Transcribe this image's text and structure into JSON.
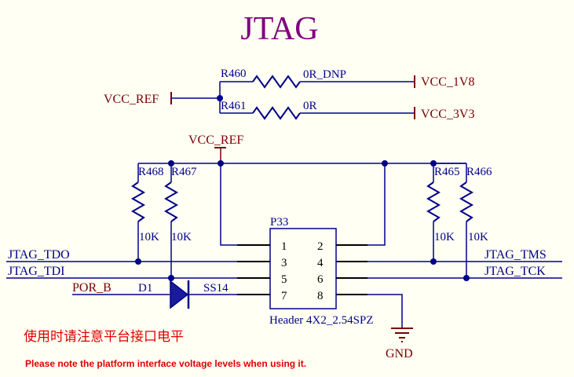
{
  "title": "JTAG",
  "nets": {
    "vcc_ref_left": "VCC_REF",
    "vcc_ref_top": "VCC_REF",
    "vcc_1v8": "VCC_1V8",
    "vcc_3v3": "VCC_3V3",
    "gnd": "GND",
    "jtag_tdo": "JTAG_TDO",
    "jtag_tdi": "JTAG_TDI",
    "jtag_tms": "JTAG_TMS",
    "jtag_tck": "JTAG_TCK",
    "por_b": "POR_B"
  },
  "resistors": [
    {
      "ref": "R460",
      "value": "0R_DNP"
    },
    {
      "ref": "R461",
      "value": "0R"
    },
    {
      "ref": "R468",
      "value": "10K"
    },
    {
      "ref": "R467",
      "value": "10K"
    },
    {
      "ref": "R465",
      "value": "10K"
    },
    {
      "ref": "R466",
      "value": "10K"
    }
  ],
  "diode": {
    "ref": "D1",
    "value": "SS14"
  },
  "connector": {
    "ref": "P33",
    "value": "Header 4X2_2.54SPZ",
    "pins": [
      "1",
      "2",
      "3",
      "4",
      "5",
      "6",
      "7",
      "8"
    ]
  },
  "notes": {
    "zh": "使用时请注意平台接口电平",
    "en": "Please note the platform interface voltage levels when using it."
  },
  "colors": {
    "background": "#FFFFF3",
    "wire": "#00008C",
    "component": "#00008C",
    "power_symbol": "#7A0000",
    "net_label": "#7A0000",
    "title": "#800080",
    "note": "#E00000",
    "junction": "#00008C"
  }
}
